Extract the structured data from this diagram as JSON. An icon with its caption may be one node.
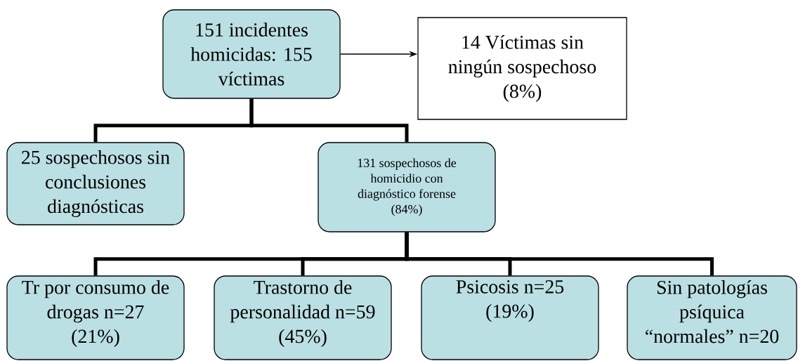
{
  "diagram": {
    "nodes": [
      {
        "text": [
          "151 incidentes homicidas: 155 víctimas"
        ]
      },
      {
        "text": [
          "14 Víctimas sin ningún sospechoso (8%)"
        ]
      },
      {
        "text": [
          "25 sospechosos sin conclusiones diagnósticas"
        ]
      },
      {
        "text": [
          "131 sospechosos de homicidio con diagnóstico forense (84%)"
        ]
      },
      {
        "text": [
          "Tr por consumo de drogas n=27 (21%)"
        ]
      },
      {
        "text": [
          "Trastorno de personalidad n=59 (45%)"
        ]
      },
      {
        "text": [
          "Psicosis n=25 (19%)"
        ]
      },
      {
        "text": [
          "Sin patologías psíquica “normales” n=20"
        ]
      }
    ],
    "edges": [
      {
        "from": 0,
        "to": 1,
        "arrow": "to"
      },
      {
        "from": 0,
        "to": 2,
        "arrow": "none"
      },
      {
        "from": 0,
        "to": 3,
        "arrow": "none"
      },
      {
        "from": 3,
        "to": 4,
        "arrow": "none"
      },
      {
        "from": 3,
        "to": 5,
        "arrow": "none"
      },
      {
        "from": 3,
        "to": 6,
        "arrow": "none"
      },
      {
        "from": 3,
        "to": 7,
        "arrow": "none"
      }
    ]
  }
}
